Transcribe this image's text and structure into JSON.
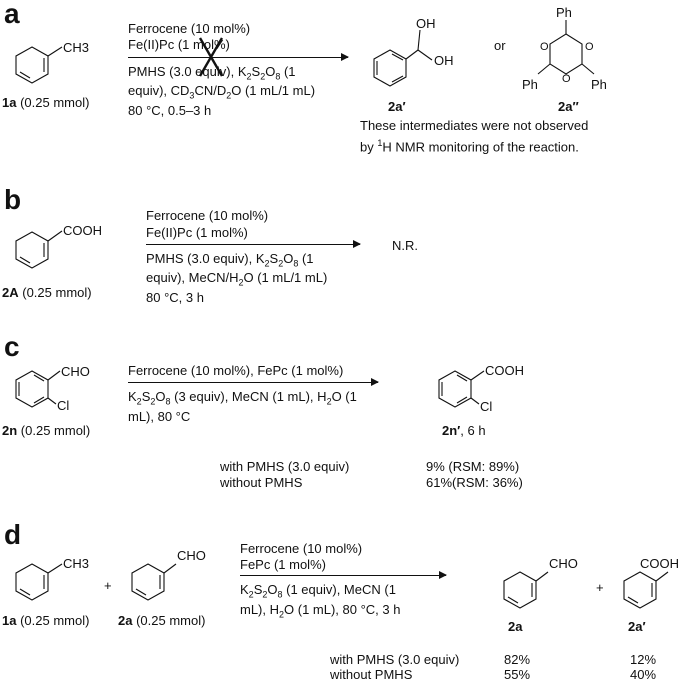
{
  "panel_a": {
    "label": "a",
    "reactant_group": "CH3",
    "reactant_id": "1a",
    "reactant_amount": "(0.25 mmol)",
    "cond_above_1": "Ferrocene (10 mol%)",
    "cond_above_2": "Fe(II)Pc (1 mol%)",
    "cond_below_1": "PMHS (3.0 equiv), K2S2O8 (1",
    "cond_below_2": "equiv), CD3CN/D2O (1 mL/1 mL)",
    "cond_below_3": "80 °C, 0.5–3 h",
    "prod1_oh": "OH",
    "prod1_oh2": "OH",
    "prod1_id": "2a′",
    "or_text": "or",
    "prod2_ph": "Ph",
    "prod2_o": "O",
    "prod2_id": "2a″",
    "note_1": "These intermediates were not observed",
    "note_2_pre": "by ",
    "note_2_sup": "1",
    "note_2_post": "H NMR  monitoring of the reaction."
  },
  "panel_b": {
    "label": "b",
    "reactant_group": "COOH",
    "reactant_id": "2A",
    "reactant_amount": "(0.25 mmol)",
    "cond_above_1": "Ferrocene (10 mol%)",
    "cond_above_2": "Fe(II)Pc (1 mol%)",
    "cond_below_1": "PMHS (3.0 equiv), K2S2O8 (1",
    "cond_below_2": "equiv), MeCN/H2O (1 mL/1 mL)",
    "cond_below_3": "80 °C, 3 h",
    "result": "N.R."
  },
  "panel_c": {
    "label": "c",
    "reactant_group": "CHO",
    "reactant_sub": "Cl",
    "reactant_id": "2n",
    "reactant_amount": "(0.25 mmol)",
    "cond_above_1": "Ferrocene (10 mol%), FePc (1 mol%)",
    "cond_below_1": "K2S2O8 (3 equiv), MeCN (1 mL), H2O  (1",
    "cond_below_2": "mL),  80 °C",
    "product_group": "COOH",
    "product_sub": "Cl",
    "product_id": "2n′",
    "product_time": ", 6 h",
    "table": [
      {
        "condition": "with PMHS (3.0 equiv)",
        "result": "9% (RSM: 89%)"
      },
      {
        "condition": "without PMHS",
        "result": "61%(RSM: 36%)"
      }
    ]
  },
  "panel_d": {
    "label": "d",
    "reactant1_group": "CH3",
    "reactant1_id": "1a",
    "reactant1_amount": "(0.25 mmol)",
    "plus": "+",
    "reactant2_group": "CHO",
    "reactant2_id": "2a",
    "reactant2_amount": "(0.25 mmol)",
    "cond_above_1": "Ferrocene (10 mol%)",
    "cond_above_2": "FePc (1 mol%)",
    "cond_below_1": "K2S2O8 (1 equiv), MeCN (1",
    "cond_below_2": "mL), H2O  (1 mL),  80 °C, 3 h",
    "product1_group": "CHO",
    "product1_id": "2a",
    "product2_group": "COOH",
    "product2_id": "2a′",
    "table": [
      {
        "condition": "with PMHS (3.0 equiv)",
        "p1": "82%",
        "p2": "12%"
      },
      {
        "condition": "without PMHS",
        "p1": "55%",
        "p2": "40%"
      }
    ]
  }
}
